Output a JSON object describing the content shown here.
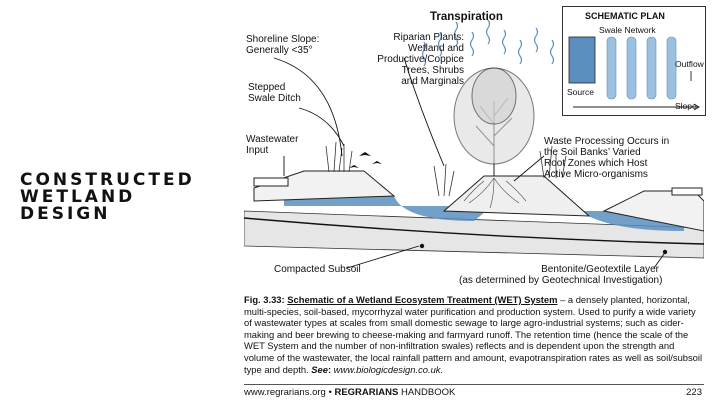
{
  "slide": {
    "title_lines": [
      "CONSTRUCTED",
      "WETLAND",
      "DESIGN"
    ]
  },
  "diagram": {
    "labels": {
      "transpiration": "Transpiration",
      "shoreline": "Shoreline Slope:\nGenerally <35°",
      "riparian": "Riparian Plants:\nWetland and\nProductive/Coppice\nTrees, Shrubs\nand Marginals",
      "stepped": "Stepped\nSwale Ditch",
      "wastewater": "Wastewater\nInput",
      "waste_processing": "Waste Processing Occurs in\nthe Soil Banks’ Varied\nRoot Zones which Host\nActive Micro-organisms",
      "compacted": "Compacted Subsoil",
      "bentonite": "Bentonite/Geotextile Layer\n(as determined by Geotechnical Investigation)"
    },
    "schematic_plan": {
      "title": "SCHEMATIC PLAN",
      "swale_network": "Swale Network",
      "source": "Source",
      "outflow": "Outflow",
      "slope": "Slope"
    },
    "caption": {
      "fig_label": "Fig. 3.33",
      "fig_title": "Schematic of a Wetland Ecosystem Treatment (WET) System",
      "text": " – a densely planted, horizontal, multi-species, soil-based, mycorrhyzal water purification and production system. Used to purify a wide variety of wastewater types at scales from small domestic sewage to large agro-industrial systems; such as cider-making and beer brewing to cheese-making and farmyard runoff. The retention time (hence the scale of the WET System and the number of non-infiltration swales) reflects and is dependent upon the strength and volume of the wastewater, the local rainfall pattern and amount, evapotranspiration rates as well as soil/subsoil type and depth. ",
      "see_label": "See",
      "see_url": "www.biologicdesign.co.uk."
    },
    "footer": {
      "site": "www.regrarians.org",
      "sep": " • ",
      "handbook": "REGRARIANS",
      "handbook2": " HANDBOOK",
      "page": "223"
    },
    "colors": {
      "water": "#5b8fbf",
      "water_light": "#9cc0df",
      "ink": "#111111"
    }
  }
}
